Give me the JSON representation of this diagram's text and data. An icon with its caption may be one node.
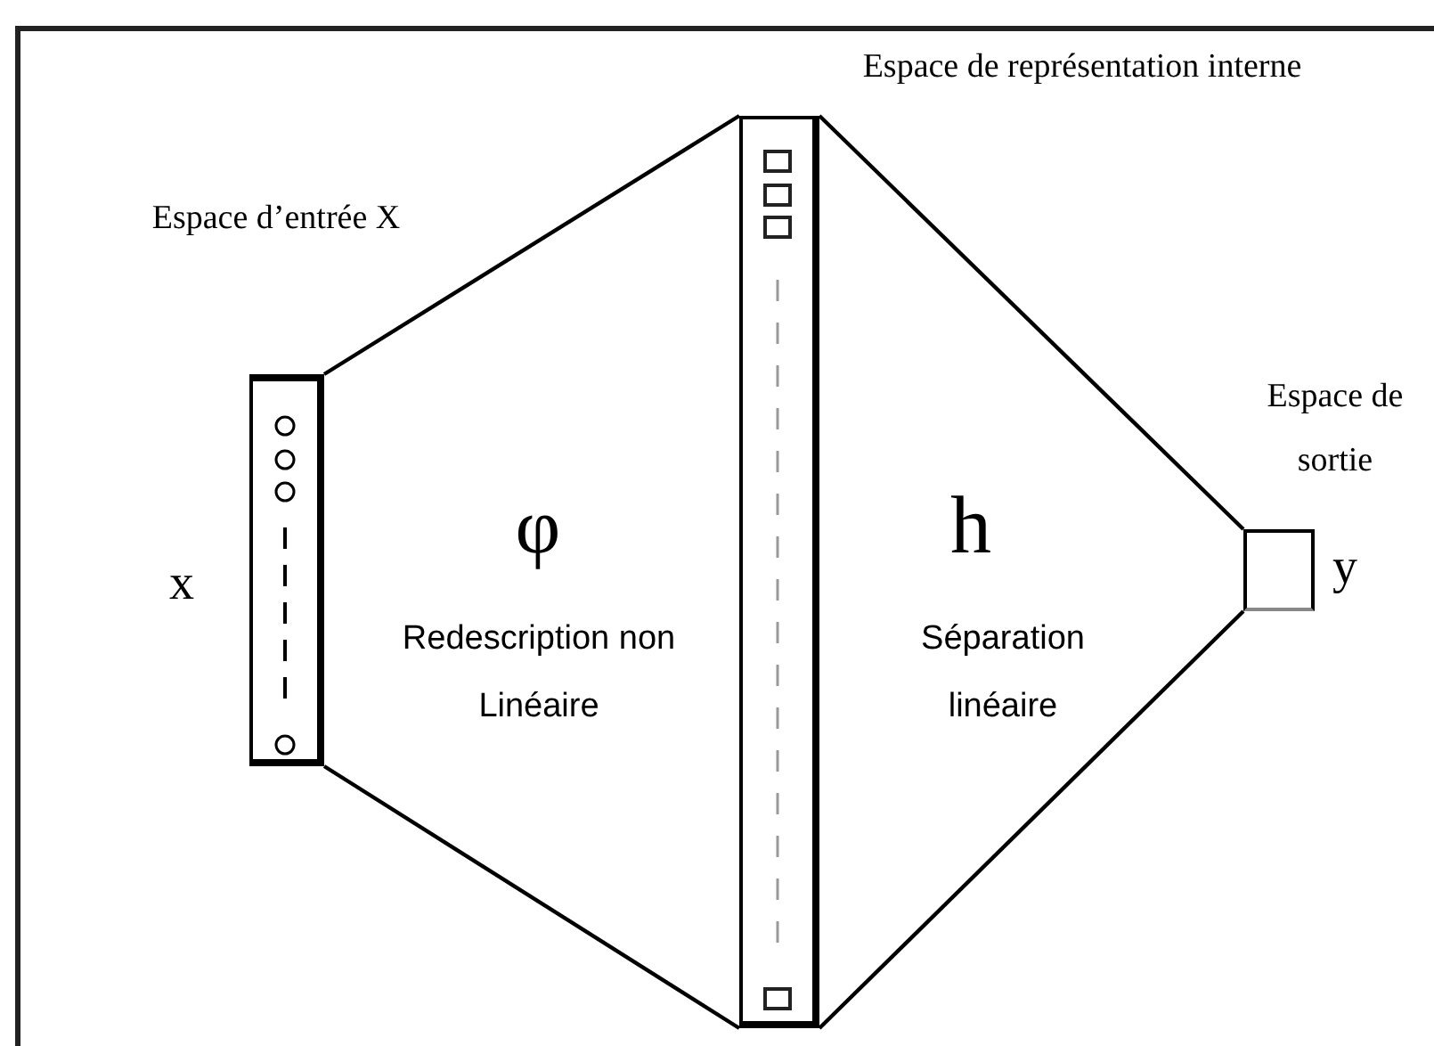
{
  "diagram": {
    "nodes": [
      {
        "text": [
          "Espace d’entrée X"
        ],
        "beside": [
          "x"
        ]
      },
      {
        "text": [
          "Espace de représentation interne"
        ]
      },
      {
        "text": [
          "Espace de sortie"
        ],
        "beside": [
          "y"
        ]
      }
    ],
    "edges": [
      {
        "from": 0,
        "to": 1,
        "arrow": "none"
      },
      {
        "from": 0,
        "to": 1,
        "arrow": "none"
      },
      {
        "from": 1,
        "to": 2,
        "arrow": "none"
      },
      {
        "from": 1,
        "to": 2,
        "arrow": "none"
      }
    ],
    "labels": [
      "φ",
      "h",
      "Redescription non Linéaire",
      "Séparation linéaire"
    ]
  }
}
